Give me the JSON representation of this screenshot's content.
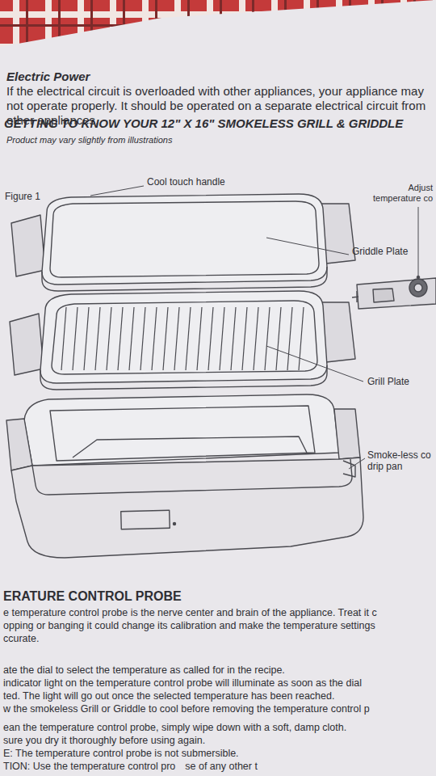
{
  "diagram": {
    "title": "GETTING TO KNOW YOUR 12\" X 16\" SMOKELESS GRILL & GRIDDLE",
    "labels": [
      "Electric Power",
      "If the electrical circuit is overloaded with other appliances, your appliance may not operate properly. It should be operated on a separate electrical circuit from other appliances.",
      "Product may vary slightly from illustrations",
      "Figure 1",
      "Cool touch handle",
      "Adjust temperature co",
      "Griddle Plate",
      "Grill Plate",
      "Smoke-less co drip pan",
      "ERATURE CONTROL PROBE",
      "e temperature control probe is the nerve center and brain of the appliance. Treat it c",
      "opping or banging it could change its calibration and make the temperature settings",
      "ccurate.",
      "ate the dial to select the temperature as called for in the recipe.",
      "indicator light on the temperature control probe will illuminate as soon as the dial",
      "ted. The light will go out once the selected temperature has been reached.",
      "w the smokeless Grill or Griddle to cool before removing the temperature control p",
      "ean the temperature control probe, simply wipe down with a soft, damp cloth.",
      "sure you dry it thoroughly before using again.",
      "E: The temperature control probe is not submersible.",
      "TION: Use the temperature control pro",
      "se of any other t"
    ]
  }
}
